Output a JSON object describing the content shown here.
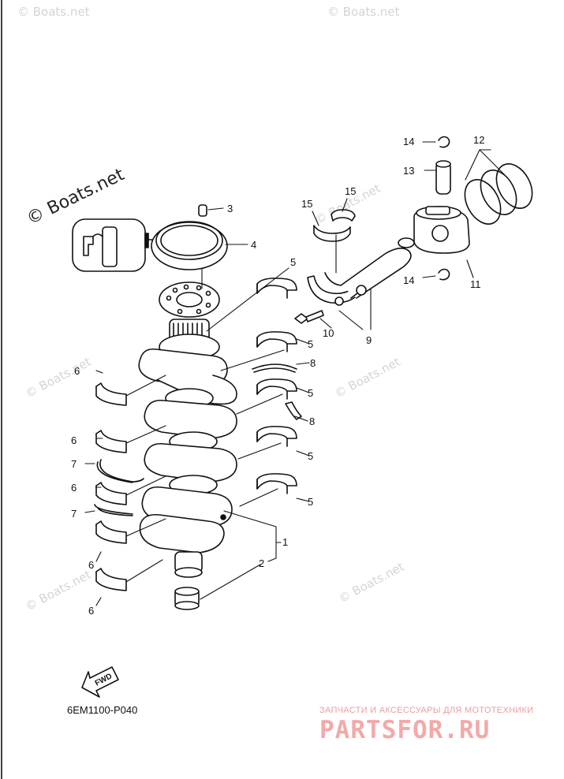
{
  "diagram": {
    "part_code": "6EM1100-P040",
    "fwd_label": "FWD",
    "watermark_text": "© Boats.net",
    "callouts": {
      "c1": "1",
      "c2": "2",
      "c3": "3",
      "c4": "4",
      "c5a": "5",
      "c5b": "5",
      "c5c": "5",
      "c5d": "5",
      "c5e": "5",
      "c6a": "6",
      "c6b": "6",
      "c6c": "6",
      "c6d": "6",
      "c6e": "6",
      "c7a": "7",
      "c7b": "7",
      "c8a": "8",
      "c8b": "8",
      "c9": "9",
      "c10": "10",
      "c11": "11",
      "c12": "12",
      "c13": "13",
      "c14a": "14",
      "c14b": "14",
      "c15a": "15",
      "c15b": "15"
    }
  },
  "ad": {
    "top_line": "ЗАПЧАСТИ И АКСЕССУАРЫ ДЛЯ МОТОТЕХНИКИ",
    "brand": "PARTSFOR.RU"
  },
  "colors": {
    "line": "#111111",
    "watermark": "#d4d4d4",
    "ad": "#f3a9a9"
  }
}
